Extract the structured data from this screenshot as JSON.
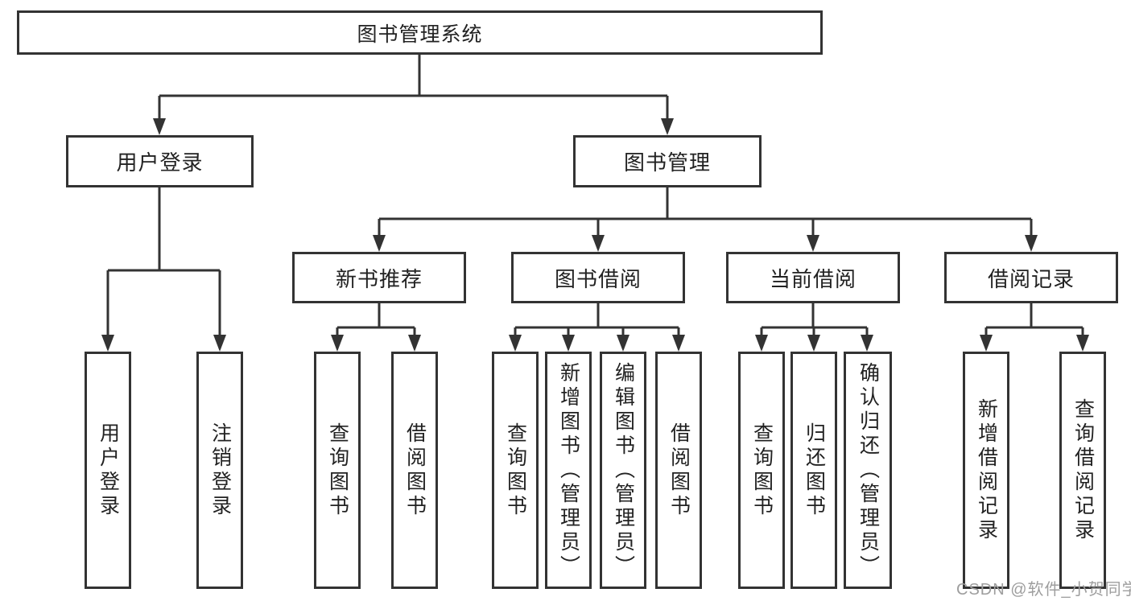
{
  "diagram": {
    "root": {
      "label": "图书管理系统"
    },
    "level2": [
      {
        "label": "用户登录"
      },
      {
        "label": "图书管理"
      }
    ],
    "level3": [
      {
        "label": "新书推荐"
      },
      {
        "label": "图书借阅"
      },
      {
        "label": "当前借阅"
      },
      {
        "label": "借阅记录"
      }
    ],
    "leaves": {
      "user_login": [
        "用户登录",
        "注销登录"
      ],
      "new_book": [
        "查询图书",
        "借阅图书"
      ],
      "book_borrow": [
        "查询图书",
        "新增图书（管理员）",
        "编辑图书（管理员）",
        "借阅图书"
      ],
      "current_borrow": [
        "查询图书",
        "归还图书",
        "确认归还（管理员）"
      ],
      "borrow_record": [
        "新增借阅记录",
        "查询借阅记录"
      ]
    }
  },
  "watermark": {
    "text": "CSDN @软件_小贺同学"
  },
  "colors": {
    "line": "#333333",
    "box_border": "#333333",
    "text": "#222222",
    "watermark": "#9e9e9e",
    "background": "#ffffff"
  }
}
